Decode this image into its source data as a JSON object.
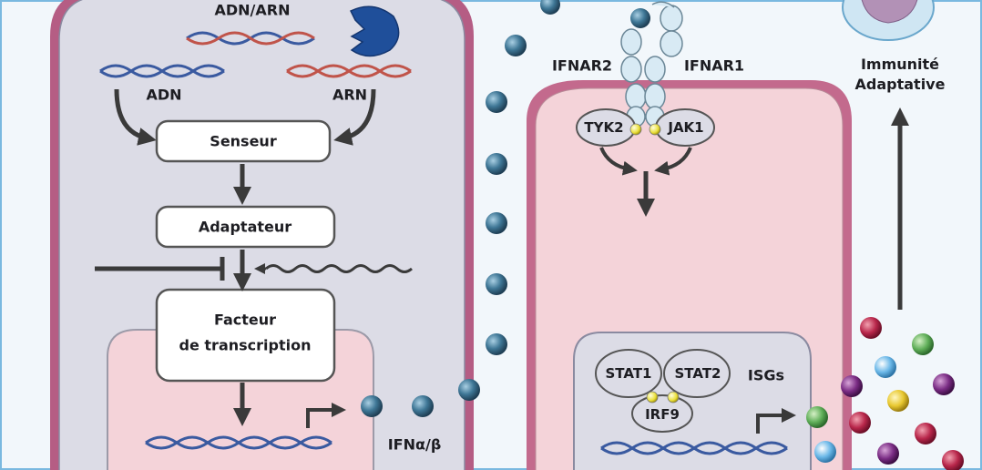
{
  "left_cell": {
    "nucleic_title": "ADN/ARN",
    "dna_label": "ADN",
    "rna_label": "ARN",
    "sensor": "Senseur",
    "adapter": "Adaptateur",
    "tf_line1": "Facteur",
    "tf_line2": "de transcription",
    "ifn_label": "IFNα/β"
  },
  "right_cell": {
    "ifnar2": "IFNAR2",
    "ifnar1": "IFNAR1",
    "tyk2": "TYK2",
    "jak1": "JAK1",
    "stat1": "STAT1",
    "stat2": "STAT2",
    "irf9": "IRF9",
    "isgs": "ISGs"
  },
  "adaptive": {
    "line1": "Immunité",
    "line2": "Adaptative"
  },
  "colors": {
    "cell_membrane": "#c36a8d",
    "cytoplasm": "#dcdce6",
    "nucleus": "#f4d3d9",
    "interferon": "#3f7796",
    "dna_blue": "#3a5aa0",
    "rna_red": "#c0544a",
    "jak_dot": "#f0e24a",
    "receptor": "#d8eaf4"
  }
}
